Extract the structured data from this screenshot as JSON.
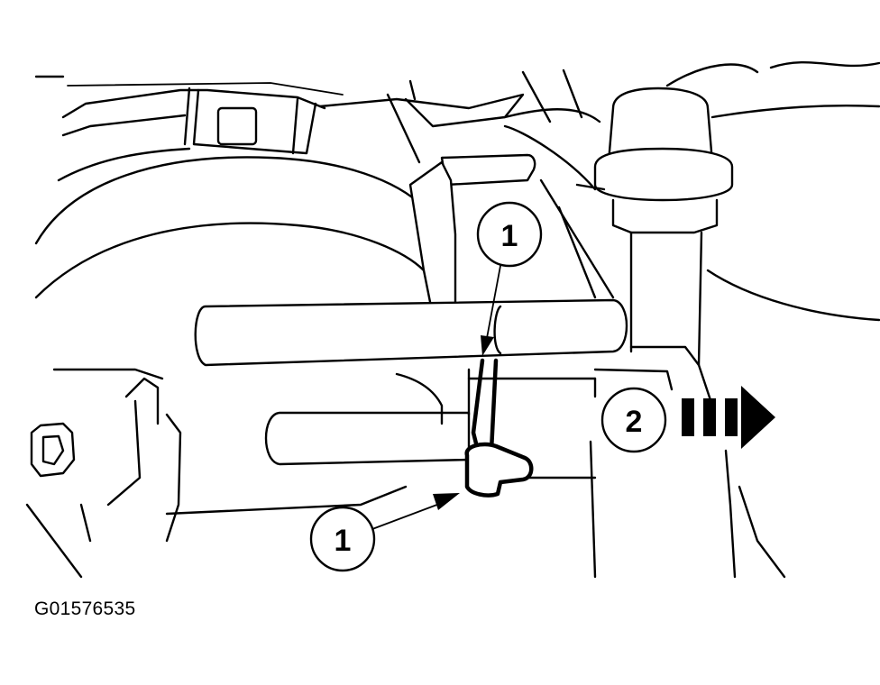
{
  "figure": {
    "code": "G01576535",
    "callouts": [
      {
        "id": "callout-1-upper",
        "label": "1"
      },
      {
        "id": "callout-1-lower",
        "label": "1"
      },
      {
        "id": "callout-2",
        "label": "2"
      }
    ]
  }
}
